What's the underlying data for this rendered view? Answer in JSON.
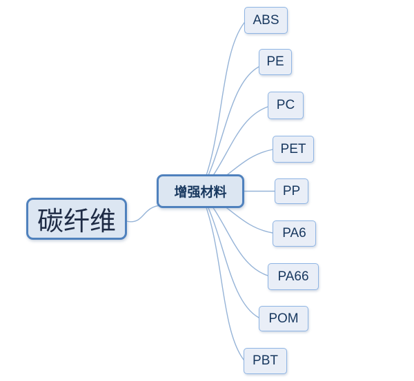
{
  "diagram": {
    "type": "mindmap",
    "root": {
      "label": "碳纤维"
    },
    "hub": {
      "label": "增强材料"
    },
    "leaves": [
      {
        "label": "ABS"
      },
      {
        "label": "PE"
      },
      {
        "label": "PC"
      },
      {
        "label": "PET"
      },
      {
        "label": "PP"
      },
      {
        "label": "PA6"
      },
      {
        "label": "PA66"
      },
      {
        "label": "POM"
      },
      {
        "label": "PBT"
      }
    ],
    "colors": {
      "node_border": "#4f81bd",
      "node_fill": "#dce6f2",
      "leaf_fill": "#e9eef7",
      "leaf_border": "#8eb4e3",
      "text": "#17375e",
      "root_text": "#1e2b45",
      "connector": "#95b3d7"
    }
  }
}
